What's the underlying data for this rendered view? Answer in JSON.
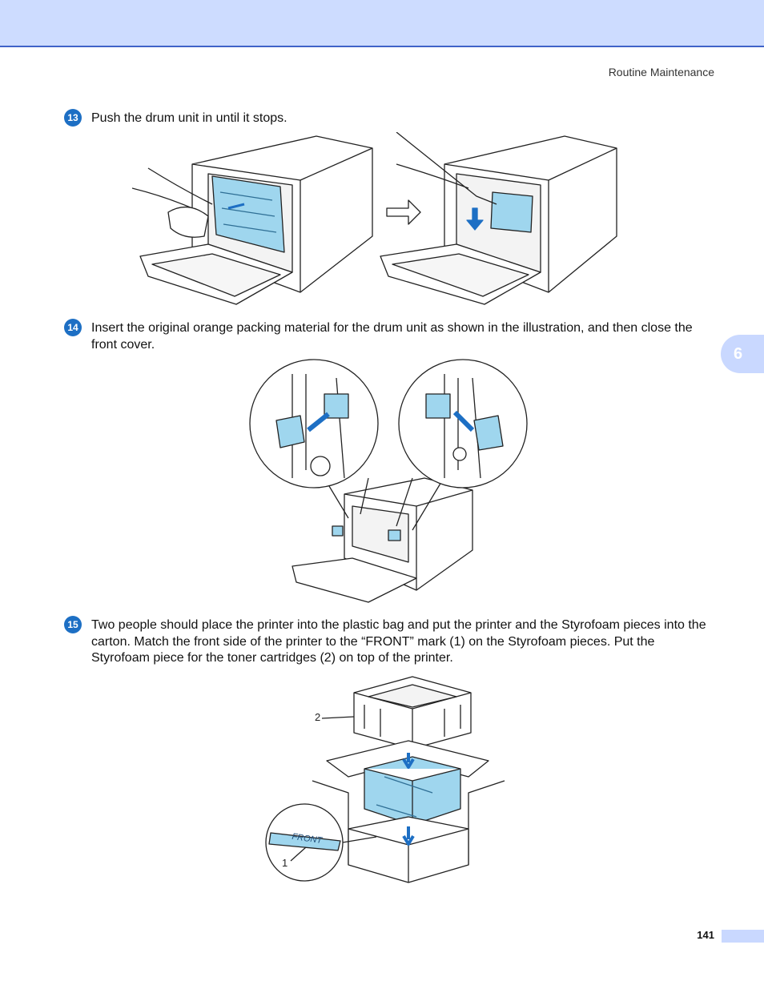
{
  "header": {
    "running_head": "Routine Maintenance"
  },
  "chapter_tab": {
    "label": "6"
  },
  "steps": [
    {
      "number": "13",
      "text": "Push the drum unit in until it stops."
    },
    {
      "number": "14",
      "text": "Insert the original orange packing material for the drum unit as shown in the illustration, and then close the front cover."
    },
    {
      "number": "15",
      "text": "Two people should place the printer into the plastic bag and put the printer and the Styrofoam pieces into the carton. Match the front side of the printer to the “FRONT” mark (1) on the Styrofoam pieces. Put the Styrofoam piece for the toner cartridges (2) on top of the printer."
    }
  ],
  "figure3": {
    "callout_1": "1",
    "callout_2": "2",
    "front_label": "FRONT"
  },
  "footer": {
    "page_number": "141"
  },
  "colors": {
    "accent": "#1d6fc4",
    "highlight": "#9fd6ee",
    "header_band": "#cddcff"
  }
}
